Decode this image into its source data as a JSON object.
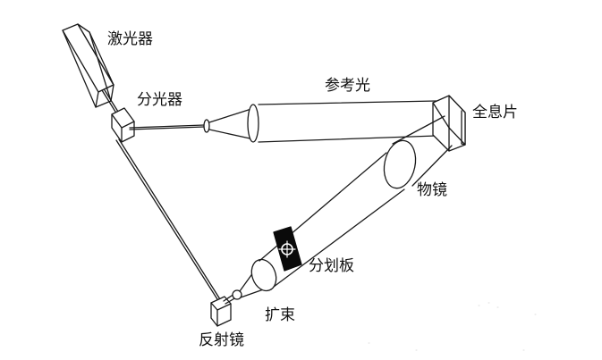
{
  "labels": {
    "laser": "激光器",
    "beam_splitter": "分光器",
    "reference_beam": "参考光",
    "hologram": "全息片",
    "objective": "物镜",
    "reticle": "分划板",
    "beam_expander": "扩束",
    "mirror": "反射镜"
  },
  "colors": {
    "stroke": "#1a1a1a",
    "reticle_fill": "#0a0a0a",
    "reticle_symbol": "#ffffff"
  }
}
